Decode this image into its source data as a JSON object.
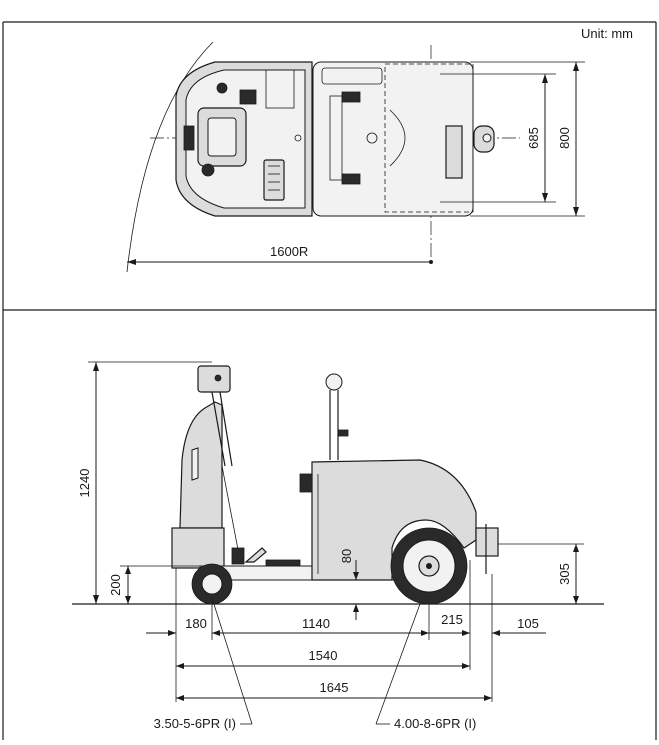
{
  "unit_label": "Unit: mm",
  "top_view": {
    "turning_radius": "1600R",
    "width_inner": "685",
    "width_outer": "800"
  },
  "side_view": {
    "overall_height": "1240",
    "step_height": "200",
    "ground_clearance": "80",
    "hitch_height": "305",
    "front_overhang": "180",
    "wheelbase": "1140",
    "rear_wheel_to_body": "215",
    "hitch_overhang": "105",
    "body_length": "1540",
    "overall_length": "1645",
    "front_tire": "3.50-5-6PR (I)",
    "rear_tire": "4.00-8-6PR (I)"
  }
}
